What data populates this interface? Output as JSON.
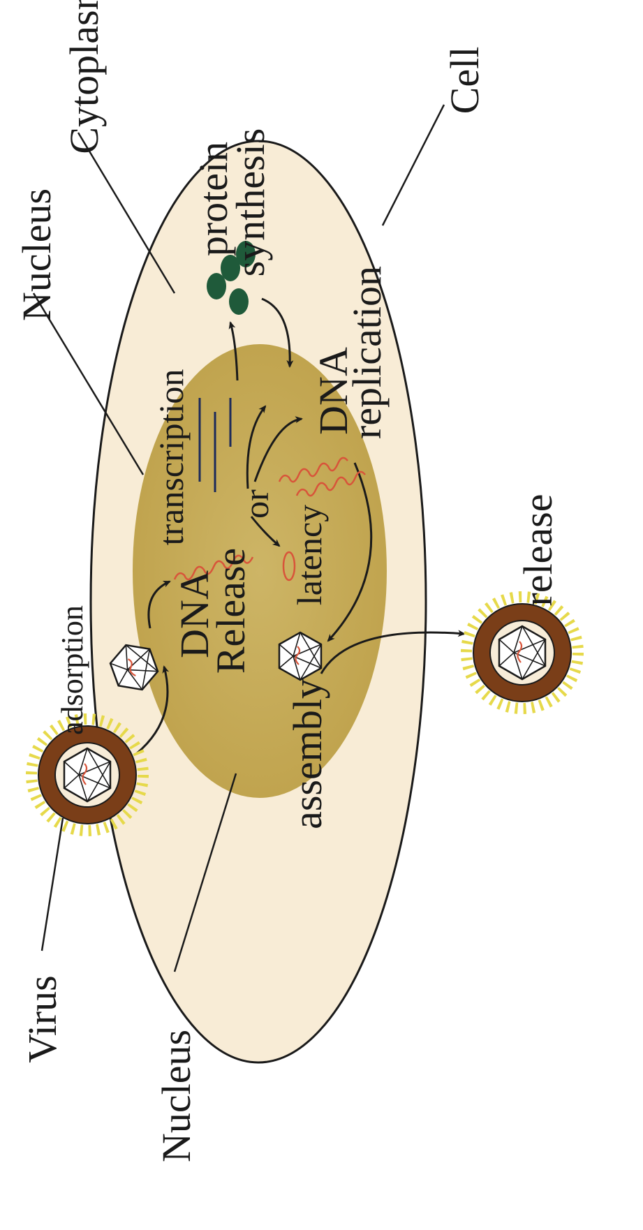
{
  "labels": {
    "virus": "Virus",
    "nucleus_bottom": "Nucleus",
    "nucleus_top": "Nucleus",
    "cytoplasm": "Cytoplasm",
    "cell": "Cell",
    "adsorption": "adsorption",
    "dna_release_1": "DNA",
    "dna_release_2": "Release",
    "latency": "latency",
    "transcription": "transcription",
    "or": "or",
    "dna_replication_1": "DNA",
    "dna_replication_2": "replication",
    "protein_1": "protein",
    "protein_2": "synthesis",
    "assembly": "assembly",
    "release": "release"
  },
  "colors": {
    "cell": "#f8ecd6",
    "nucleus": "#c8b05a",
    "envelope": "#7a3e18",
    "spikes": "#e6d94a",
    "dna": "#d8543a",
    "protein": "#1f5a3a",
    "mrna": "#1c2a5a"
  }
}
